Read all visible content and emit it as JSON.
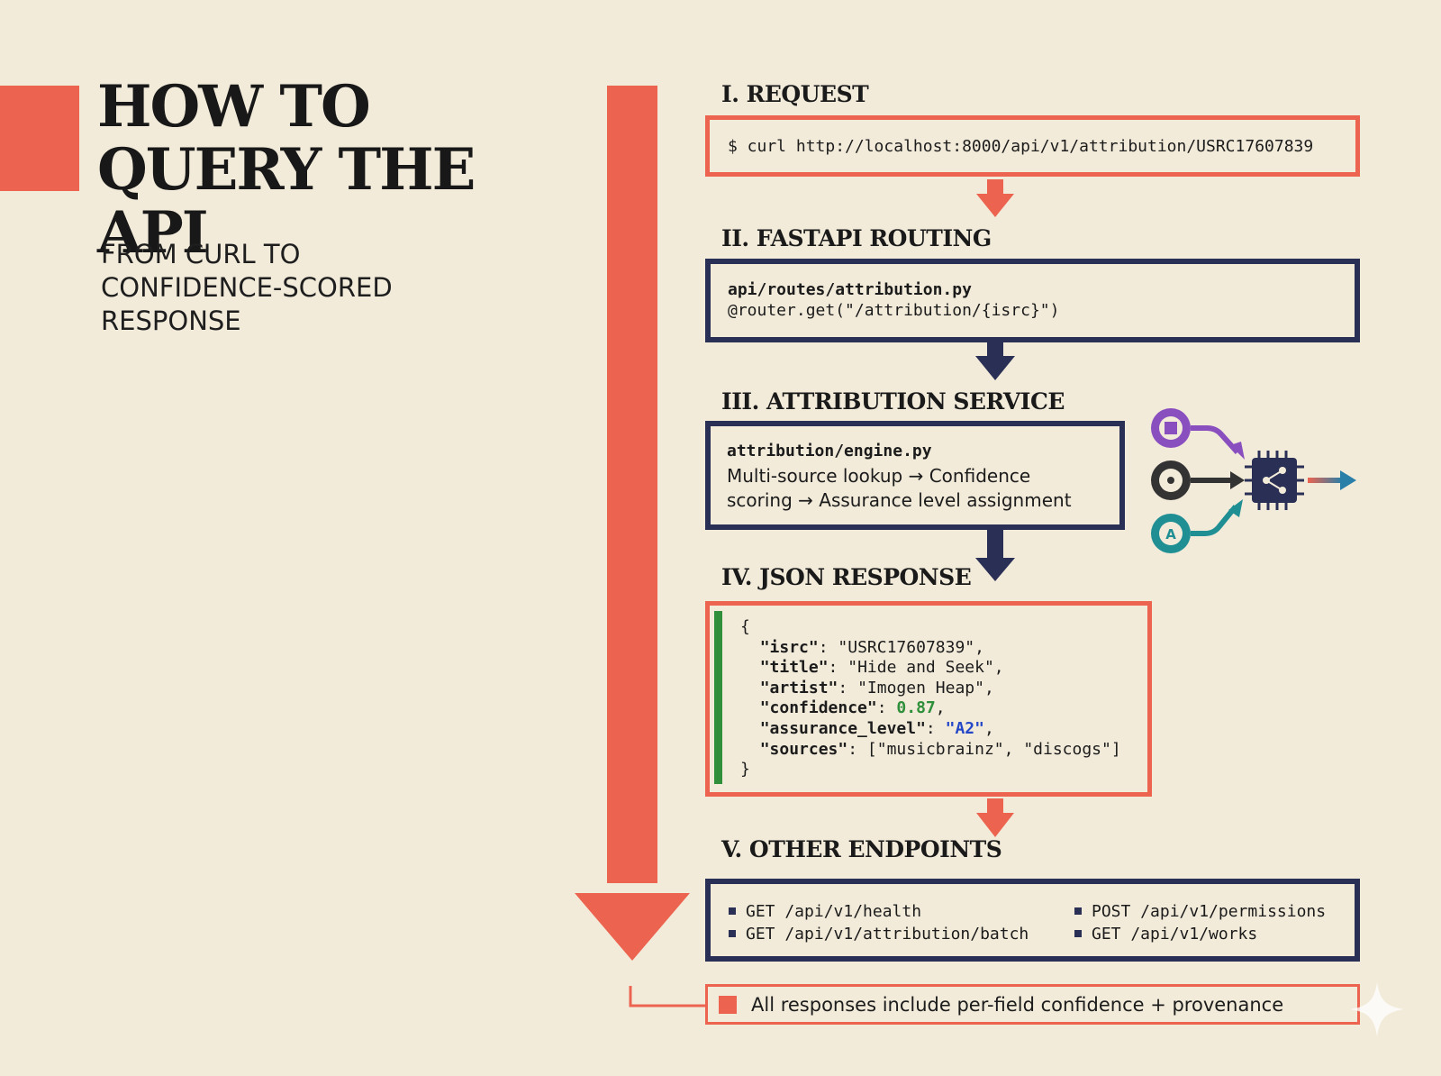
{
  "title": "HOW TO QUERY THE API",
  "subtitle": "FROM CURL TO CONFIDENCE-SCORED RESPONSE",
  "colors": {
    "accent": "#ec6450",
    "navy": "#2a2f55",
    "green": "#2f8f3a",
    "blue": "#2447c8",
    "background": "#f2ebda"
  },
  "steps": {
    "request": {
      "heading": "I. REQUEST",
      "command": "$ curl http://localhost:8000/api/v1/attribution/USRC17607839"
    },
    "routing": {
      "heading": "II. FASTAPI ROUTING",
      "file": "api/routes/attribution.py",
      "decorator": "@router.get(\"/attribution/{isrc}\")"
    },
    "service": {
      "heading": "III. ATTRIBUTION SERVICE",
      "file": "attribution/engine.py",
      "description": "Multi-source lookup → Confidence scoring → Assurance level assignment"
    },
    "response": {
      "heading": "IV. JSON RESPONSE",
      "open_brace": "{",
      "close_brace": "}",
      "fields": {
        "isrc_key": "\"isrc\"",
        "isrc_value": "\"USRC17607839\"",
        "title_key": "\"title\"",
        "title_value": "\"Hide and Seek\"",
        "artist_key": "\"artist\"",
        "artist_value": "\"Imogen Heap\"",
        "confidence_key": "\"confidence\"",
        "confidence_value": "0.87",
        "assurance_key": "\"assurance_level\"",
        "assurance_value": "\"A2\"",
        "sources_key": "\"sources\"",
        "sources_value": "[\"musicbrainz\", \"discogs\"]"
      }
    },
    "endpoints": {
      "heading": "V. OTHER ENDPOINTS",
      "left": [
        "GET /api/v1/health",
        "GET /api/v1/attribution/batch"
      ],
      "right": [
        "POST /api/v1/permissions",
        "GET /api/v1/works"
      ]
    }
  },
  "footer": "All responses include per-field confidence + provenance",
  "icons": [
    "cube-source-icon",
    "vinyl-record-icon",
    "letter-a-source-icon",
    "chip-network-icon",
    "output-arrow-icon"
  ]
}
